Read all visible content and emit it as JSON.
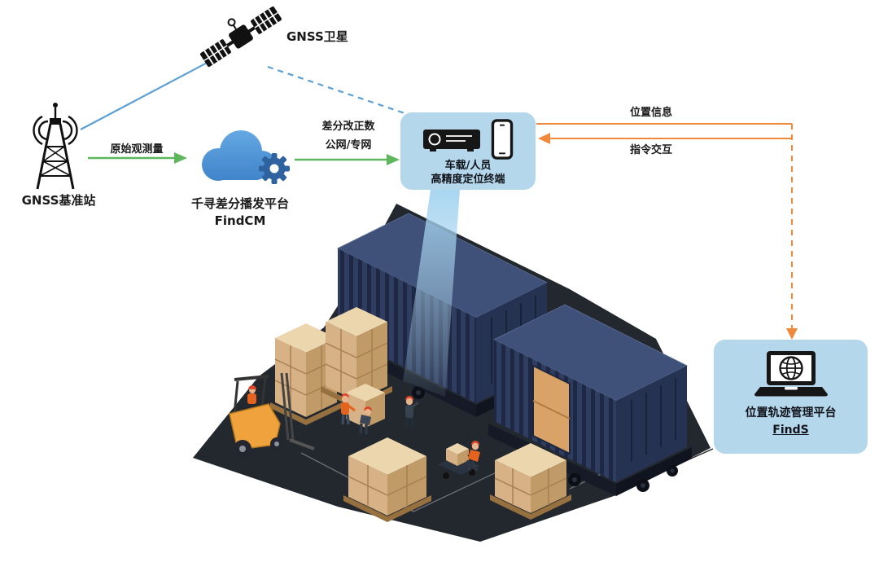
{
  "diagram": {
    "satellite": {
      "label": "GNSS卫星"
    },
    "base_station": {
      "label": "GNSS基准站"
    },
    "cloud_platform": {
      "name": "千寻差分播发平台",
      "product": "FindCM"
    },
    "links": {
      "raw_observation": "原始观测量",
      "corrections_line1": "差分改正数",
      "corrections_line2": "公网/专网",
      "position_info": "位置信息",
      "command_exchange": "指令交互"
    },
    "terminal": {
      "line1": "车载/人员",
      "line2": "高精度定位终端"
    },
    "management_platform": {
      "name": "位置轨迹管理平台",
      "product": "FindS"
    },
    "colors": {
      "link_blue": "#5b9fd4",
      "link_green": "#5eb75c",
      "link_orange": "#ef8a3d",
      "node_panel_blue": "#b4d7eb",
      "cloud_blue": "#4b93d8",
      "gear_blue": "#2f639f",
      "container_navy": "#2e3d60",
      "ground_dark": "#23282f",
      "carton_tan": "#d7b286",
      "forklift_yellow": "#f0a23c"
    }
  }
}
